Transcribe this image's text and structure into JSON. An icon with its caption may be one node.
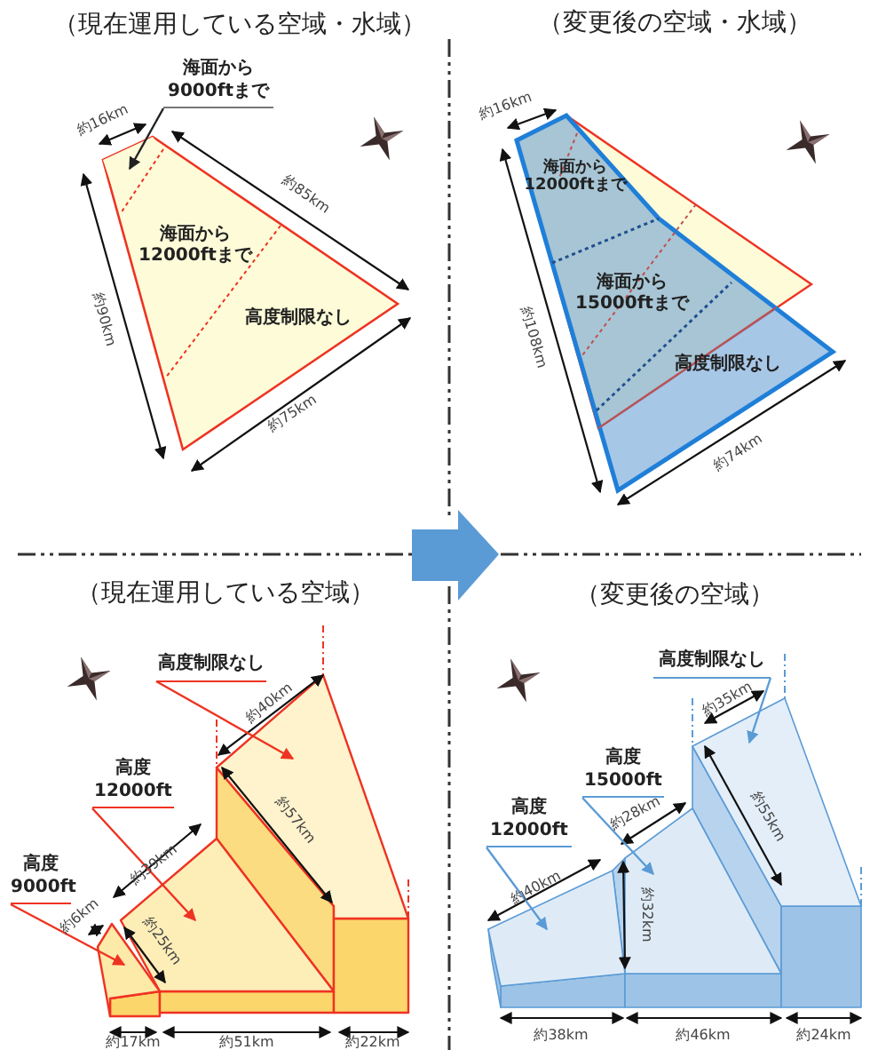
{
  "diagram": {
    "nodes": [
      {
        "text": [
          "海面から9000ftまで"
        ]
      },
      {
        "text": [
          "高度制限なし"
        ]
      },
      {
        "text": [
          "高度12000ft"
        ]
      },
      {
        "text": [
          "高度9000ft"
        ]
      },
      {
        "text": [
          "高度制限なし"
        ]
      },
      {
        "text": [
          "高度15000ft"
        ]
      },
      {
        "text": [
          "高度12000ft"
        ]
      },
      {
        "text": [],
        "shape": "polygon"
      },
      {
        "text": [],
        "shape": "polygon"
      },
      {
        "text": [],
        "shape": "polygon"
      },
      {
        "text": [],
        "shape": "polygon"
      },
      {
        "text": [],
        "shape": "polygon"
      },
      {
        "text": [],
        "shape": "polygon"
      },
      {
        "text": [],
        "shape": "polygon"
      }
    ],
    "edges": [
      {
        "from": 0,
        "to": 7,
        "arrow": "to",
        "color": "#222222"
      },
      {
        "from": 1,
        "to": 8,
        "arrow": "to",
        "color": "#ee3322"
      },
      {
        "from": 2,
        "to": 9,
        "arrow": "to",
        "color": "#ee3322"
      },
      {
        "from": 3,
        "to": 10,
        "arrow": "to",
        "color": "#ee3322"
      },
      {
        "from": 4,
        "to": 11,
        "arrow": "to",
        "color": "#5b9bd5"
      },
      {
        "from": 5,
        "to": 12,
        "arrow": "to",
        "color": "#5b9bd5"
      },
      {
        "from": 6,
        "to": 13,
        "arrow": "to",
        "color": "#5b9bd5"
      }
    ],
    "labels": [
      "（現在運用している空域・水域）",
      "（変更後の空域・水域）",
      "約16km",
      "約85km",
      "海面から12000ftまで",
      "高度制限なし",
      "約90km",
      "約75km",
      "約16km",
      "海面から12000ftまで",
      "海面から15000ftまで",
      "高度制限なし",
      "約108km",
      "約74km",
      "（現在運用している空域）",
      "（変更後の空域）",
      "約40km",
      "約57km",
      "約39km",
      "約6km",
      "約25km",
      "約17km",
      "約51km",
      "約22km",
      "約35km",
      "約55km",
      "約28km",
      "約40km",
      "約32km",
      "約38km",
      "約46km",
      "約24km"
    ]
  }
}
